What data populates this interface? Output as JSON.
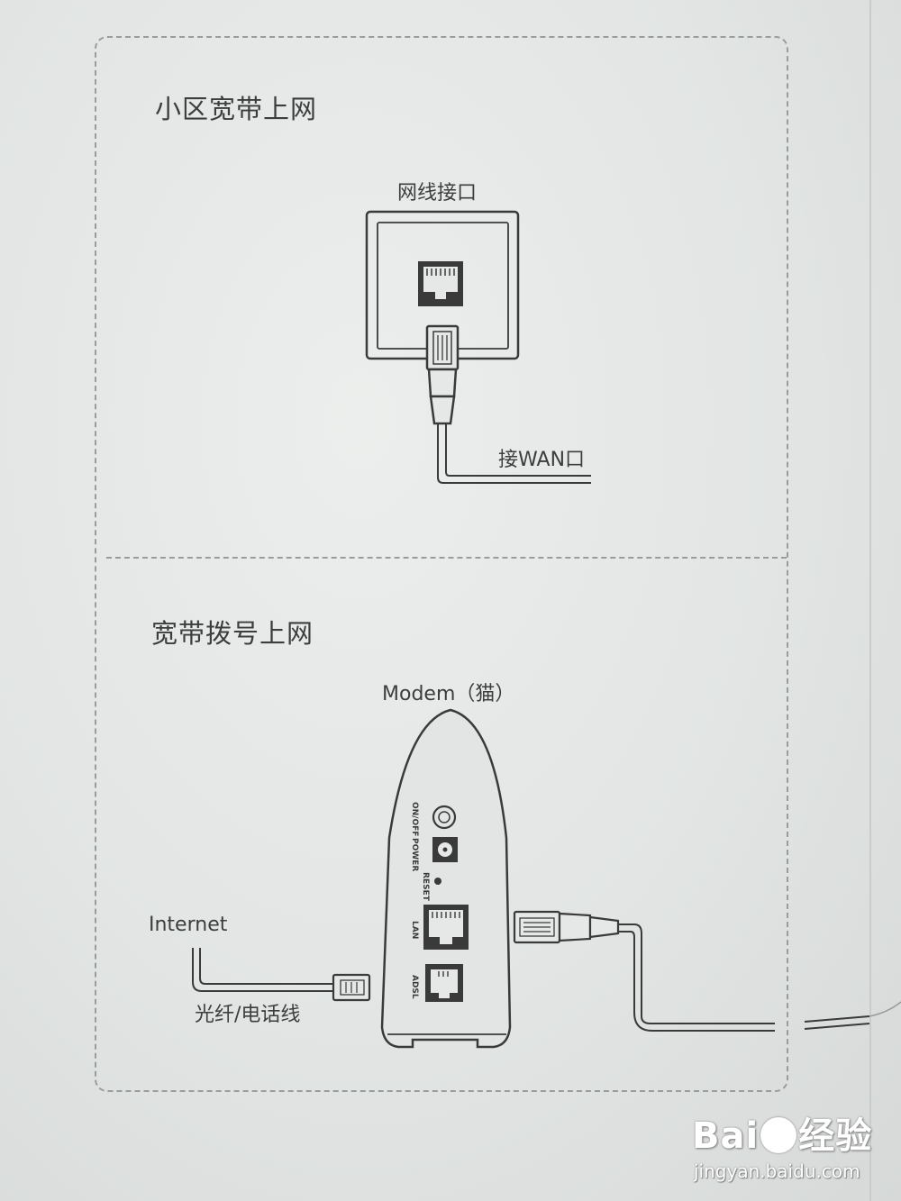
{
  "sections": {
    "community": {
      "title": "小区宽带上网",
      "port_label": "网线接口",
      "wan_label": "接WAN口"
    },
    "dialup": {
      "title": "宽带拨号上网",
      "modem_label": "Modem（猫）",
      "internet_label": "Internet",
      "line_label": "光纤/电话线",
      "modem_ports": {
        "onoff": "ON/OFF",
        "power": "POWER",
        "reset": "RESET",
        "lan": "LAN",
        "adsl": "ADSL"
      }
    }
  },
  "watermark": {
    "logo": "Bai du 经验",
    "url": "jingyan.baidu.com"
  }
}
